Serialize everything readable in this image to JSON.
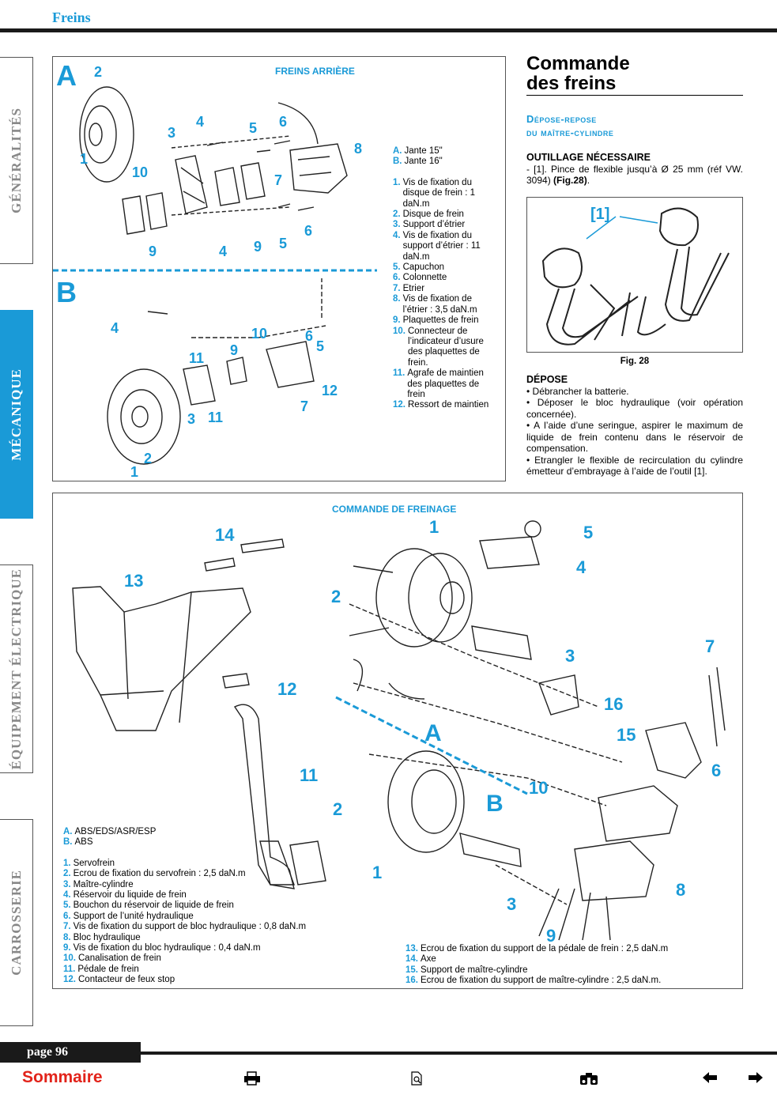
{
  "header": {
    "title": "Freins"
  },
  "sidebar": {
    "tabs": [
      {
        "label": "GÉNÉRALITÉS"
      },
      {
        "label": "MÉCANIQUE"
      },
      {
        "label": "ÉQUIPEMENT ÉLECTRIQUE"
      },
      {
        "label": "CARROSSERIE"
      }
    ]
  },
  "top_panel": {
    "caption": "FREINS ARRIÈRE",
    "letter_a": "A",
    "letter_b": "B",
    "variants": [
      {
        "key": "A.",
        "text": "Jante 15\""
      },
      {
        "key": "B.",
        "text": "Jante 16\""
      }
    ],
    "legend": [
      {
        "num": "1.",
        "text": "Vis de fixation du disque de frein : 1 daN.m"
      },
      {
        "num": "2.",
        "text": "Disque de frein"
      },
      {
        "num": "3.",
        "text": "Support d’étrier"
      },
      {
        "num": "4.",
        "text": "Vis de fixation du support d’étrier : 11 daN.m"
      },
      {
        "num": "5.",
        "text": "Capuchon"
      },
      {
        "num": "6.",
        "text": "Colonnette"
      },
      {
        "num": "7.",
        "text": "Etrier"
      },
      {
        "num": "8.",
        "text": "Vis de fixation de l’étrier : 3,5 daN.m"
      },
      {
        "num": "9.",
        "text": "Plaquettes de frein"
      },
      {
        "num": "10.",
        "text": "Connecteur de l’indicateur d’usure des plaquettes de frein."
      },
      {
        "num": "11.",
        "text": "Agrafe de maintien des plaquettes de frein"
      },
      {
        "num": "12.",
        "text": "Ressort de maintien"
      }
    ],
    "callouts_a": [
      "2",
      "3",
      "4",
      "5",
      "6",
      "1",
      "10",
      "7",
      "8",
      "9",
      "4",
      "9",
      "5",
      "6"
    ],
    "callouts_b": [
      "4",
      "10",
      "6",
      "5",
      "11",
      "9",
      "12",
      "3",
      "11",
      "7",
      "2",
      "1"
    ]
  },
  "right_column": {
    "title_line1": "Commande",
    "title_line2": "des freins",
    "subtitle_line1": "Dépose-repose",
    "subtitle_line2": "du maître-cylindre",
    "tools_heading": "OUTILLAGE NÉCESSAIRE",
    "tools_text": "- [1]. Pince de flexible jusqu’à Ø 25 mm (réf VW. 3094)",
    "tools_ref": "(Fig.28)",
    "fig_label": "[1]",
    "fig_caption": "Fig. 28",
    "depose_heading": "DÉPOSE",
    "depose_items": [
      "• Débrancher la batterie.",
      "• Déposer le bloc hydraulique (voir opération concernée).",
      "• A l’aide d’une seringue, aspirer le maximum de liquide de frein contenu dans le réservoir de compensation.",
      "• Etrangler le flexible de recirculation du cylindre émetteur d’embrayage à l’aide de l’outil [1]."
    ]
  },
  "bottom_panel": {
    "caption": "COMMANDE DE FREINAGE",
    "letter_a": "A",
    "letter_b": "B",
    "variants": [
      {
        "key": "A.",
        "text": "ABS/EDS/ASR/ESP"
      },
      {
        "key": "B.",
        "text": "ABS"
      }
    ],
    "legend_left": [
      {
        "num": "1.",
        "text": "Servofrein"
      },
      {
        "num": "2.",
        "text": "Ecrou de fixation du servofrein : 2,5 daN.m"
      },
      {
        "num": "3.",
        "text": "Maître-cylindre"
      },
      {
        "num": "4.",
        "text": "Réservoir du liquide de frein"
      },
      {
        "num": "5.",
        "text": "Bouchon du réservoir de liquide de frein"
      },
      {
        "num": "6.",
        "text": "Support de l’unité hydraulique"
      },
      {
        "num": "7.",
        "text": "Vis de fixation du support de bloc hydraulique : 0,8 daN.m"
      },
      {
        "num": "8.",
        "text": "Bloc hydraulique"
      },
      {
        "num": "9.",
        "text": "Vis de fixation du bloc hydraulique : 0,4 daN.m"
      },
      {
        "num": "10.",
        "text": "Canalisation de frein"
      },
      {
        "num": "11.",
        "text": "Pédale de frein"
      },
      {
        "num": "12.",
        "text": "Contacteur de feux stop"
      }
    ],
    "legend_right": [
      {
        "num": "13.",
        "text": "Ecrou de fixation du support de la pédale de frein : 2,5 daN.m"
      },
      {
        "num": "14.",
        "text": "Axe"
      },
      {
        "num": "15.",
        "text": "Support de maître-cylindre"
      },
      {
        "num": "16.",
        "text": "Ecrou de fixation du support de maître-cylindre : 2,5 daN.m."
      }
    ],
    "callouts": [
      "14",
      "1",
      "5",
      "4",
      "13",
      "2",
      "3",
      "7",
      "12",
      "16",
      "15",
      "6",
      "11",
      "10",
      "2",
      "8",
      "1",
      "3",
      "9"
    ]
  },
  "footer": {
    "page": "page 96",
    "sommaire": "Sommaire",
    "print_icon": "printer-icon",
    "doc_icon": "document-icon",
    "search_icon": "binoculars-icon",
    "prev_icon": "arrow-left-icon",
    "next_icon": "arrow-right-icon"
  }
}
